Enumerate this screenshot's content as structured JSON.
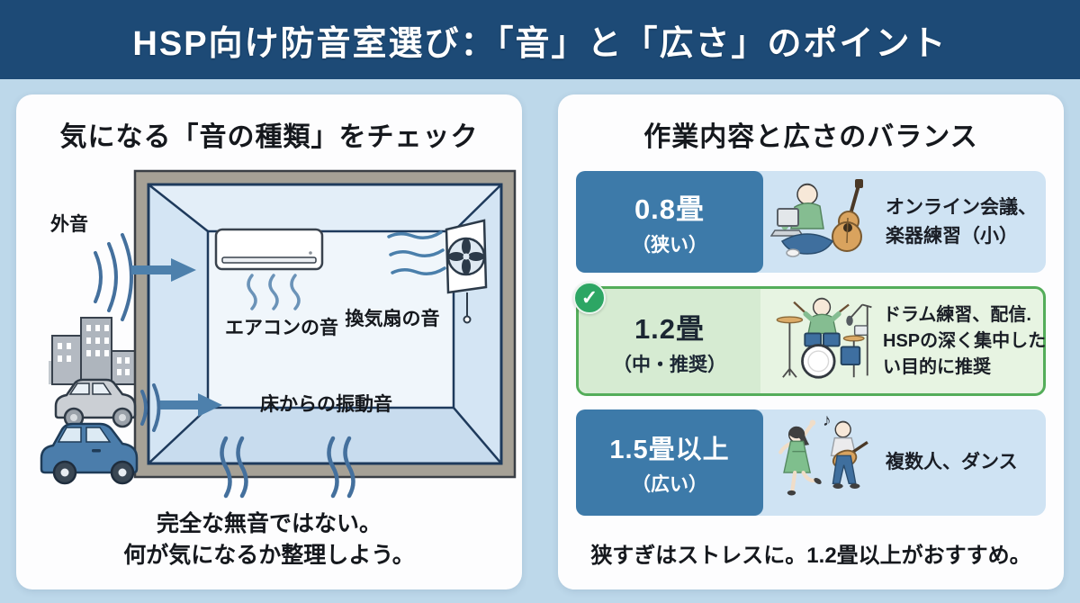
{
  "banner": {
    "title": "HSP向け防音室選び：「音」と「広さ」のポイント"
  },
  "left_panel": {
    "title": "気になる「音の種類」をチェック",
    "labels": {
      "outside": "外音",
      "aircon": "エアコンの音",
      "fan": "換気扇の音",
      "floor": "床からの振動音"
    },
    "note_line1": "完全な無音ではない。",
    "note_line2": "何が気になるか整理しよう。"
  },
  "right_panel": {
    "title": "作業内容と広さのバランス",
    "rows": [
      {
        "size": "0.8畳",
        "qualifier": "（狭い）",
        "description": "オンライン会議、楽器練習（小）",
        "recommended": false
      },
      {
        "size": "1.2畳",
        "qualifier": "（中・推奨）",
        "description": "ドラム練習、配信. HSPの深く集中したい目的に推奨",
        "recommended": true
      },
      {
        "size": "1.5畳以上",
        "qualifier": "（広い）",
        "description": "複数人、ダンス",
        "recommended": false
      }
    ],
    "note": "狭すぎはストレスに。1.2畳以上がおすすめ。"
  },
  "icons": {
    "checkmark": "✓",
    "music_note": "♪"
  },
  "colors": {
    "banner_bg": "#1d4a76",
    "page_bg": "#bdd8ea",
    "panel_bg": "#fdfdfe",
    "label_blue": "#3d7aa9",
    "row_light_blue": "#cfe3f3",
    "recommended_border_green": "#54ad5a",
    "recommended_bg_green": "#e7f4e2",
    "check_badge_green": "#2da664"
  }
}
